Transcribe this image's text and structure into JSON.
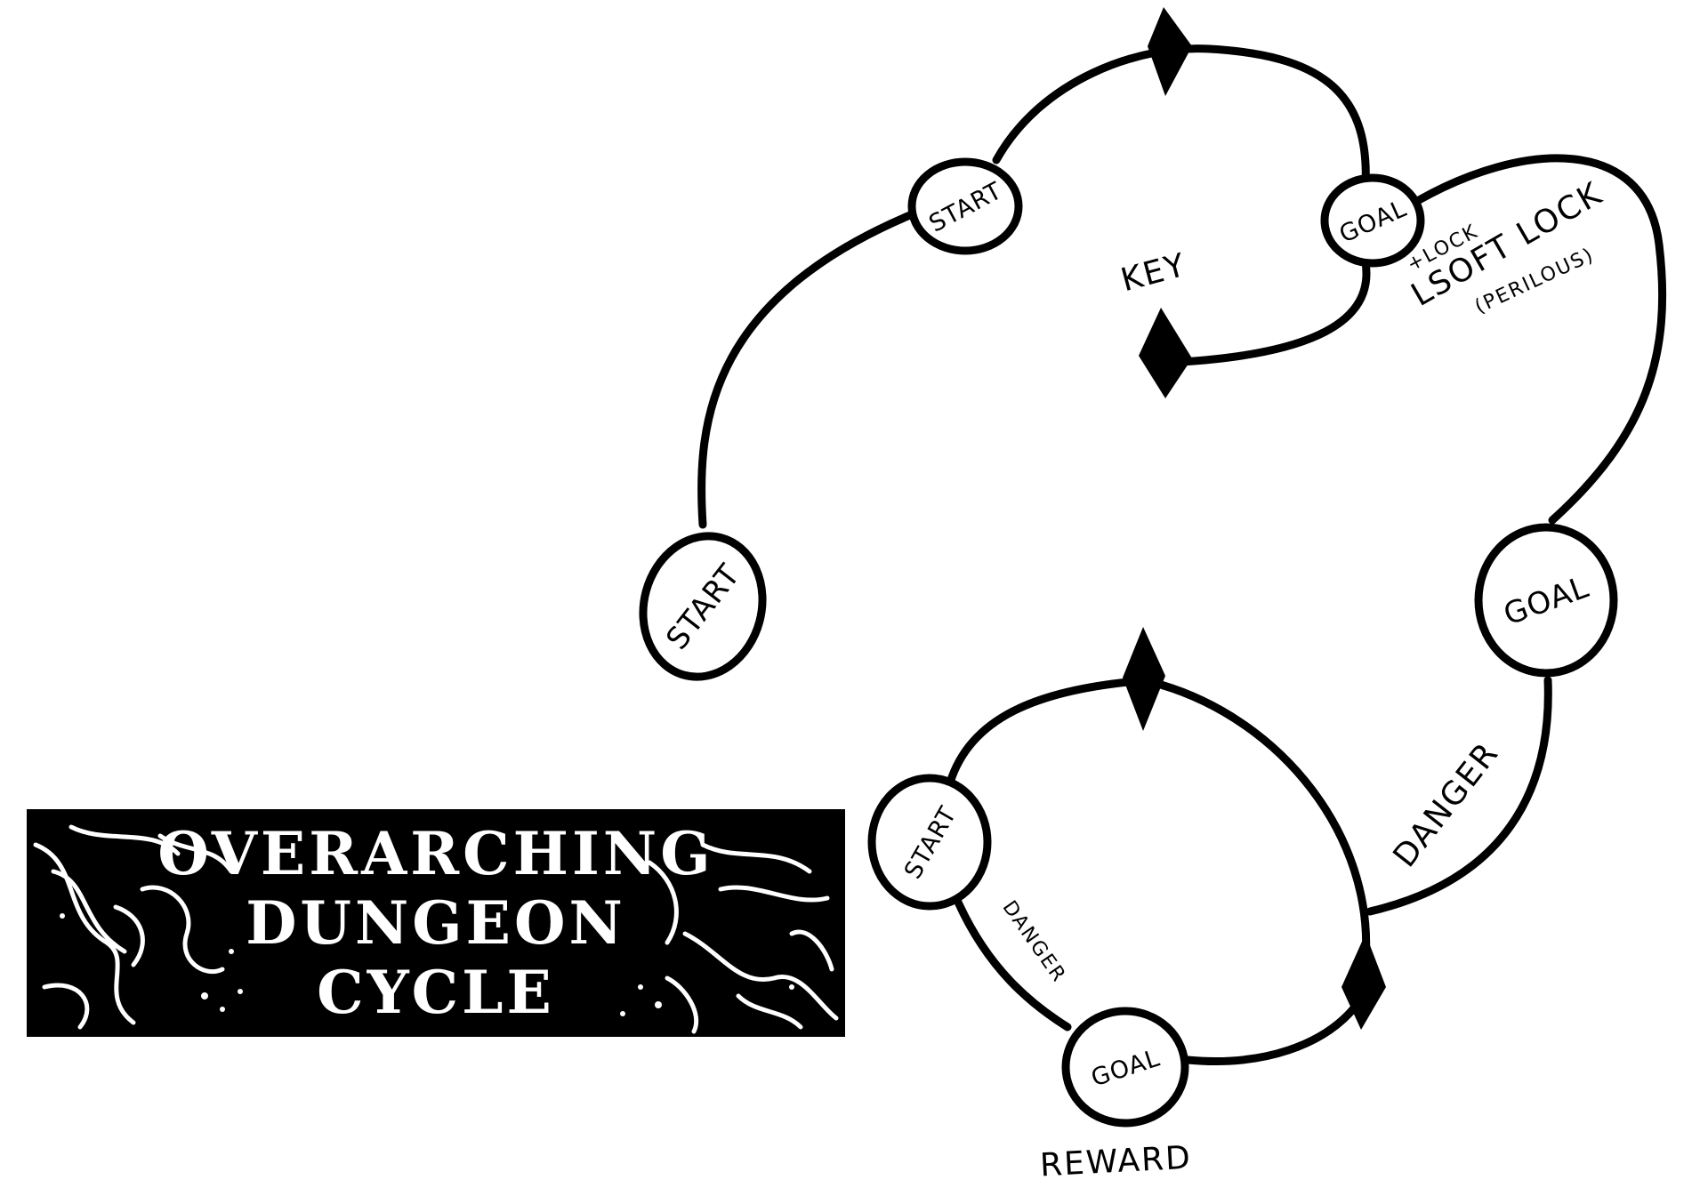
{
  "diagram": {
    "nodes": [
      {
        "id": "start-a",
        "label": "START"
      },
      {
        "id": "start-b",
        "label": "START"
      },
      {
        "id": "goal-b",
        "label": "GOAL"
      },
      {
        "id": "goal-c",
        "label": "GOAL"
      },
      {
        "id": "start-d",
        "label": "START"
      },
      {
        "id": "goal-d",
        "label": "GOAL"
      }
    ],
    "annotations": {
      "key": "KEY",
      "lock": "+LOCK",
      "soft_lock": "LSOFT LOCK",
      "perilous": "(PERILOUS)",
      "danger_right": "DANGER",
      "danger_lower": "DANGER",
      "reward": "REWARD"
    }
  },
  "banner": {
    "line1": "OVERARCHING",
    "line2": "DUNGEON",
    "line3": "CYCLE"
  },
  "colors": {
    "ink": "#000000",
    "paper": "#ffffff"
  }
}
